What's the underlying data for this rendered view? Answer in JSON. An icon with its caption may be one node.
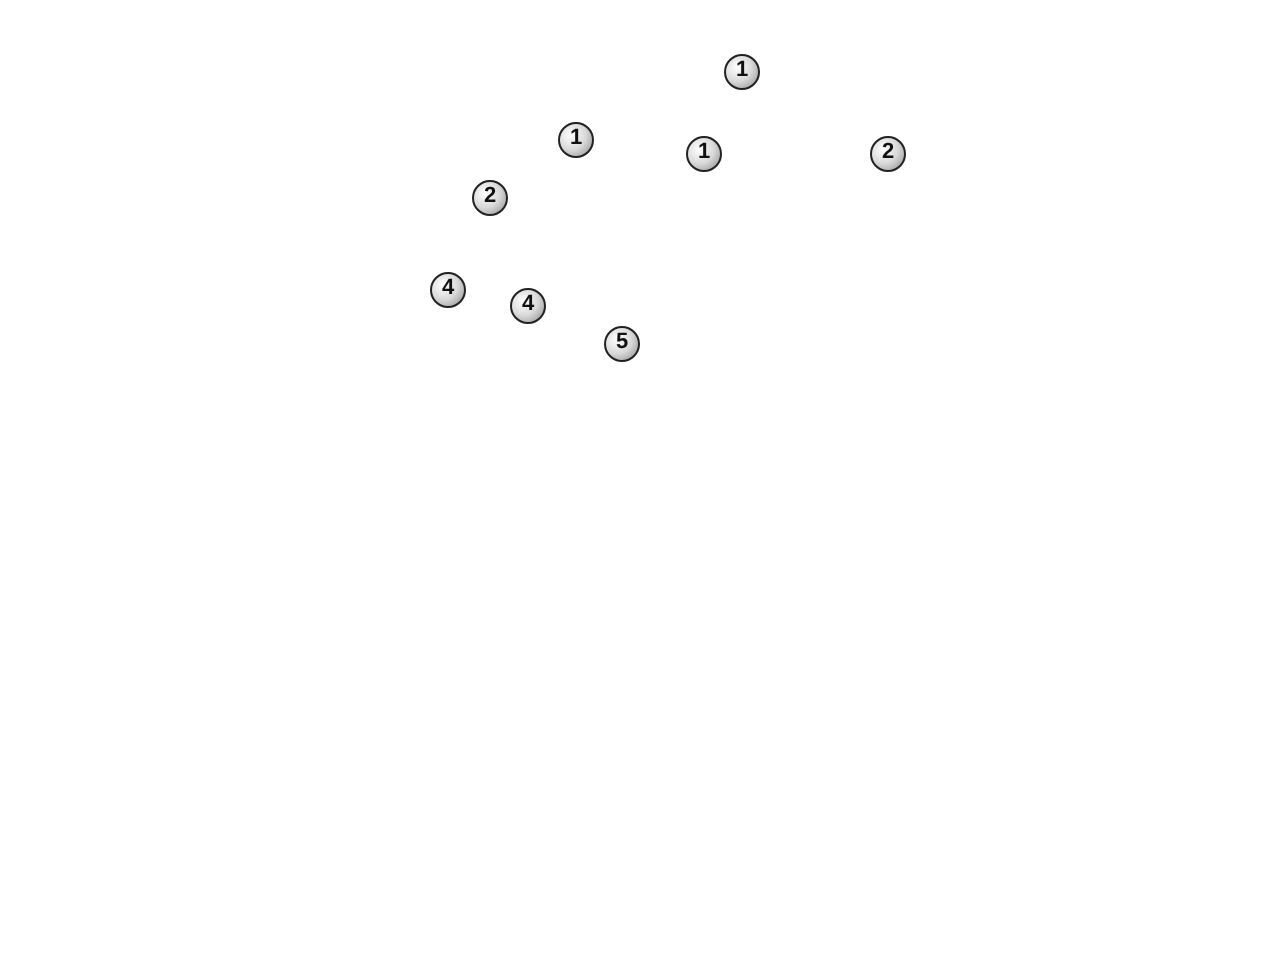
{
  "diagram": {
    "labels": [
      "1",
      "1",
      "1",
      "2",
      "2",
      "4",
      "4",
      "5"
    ]
  }
}
